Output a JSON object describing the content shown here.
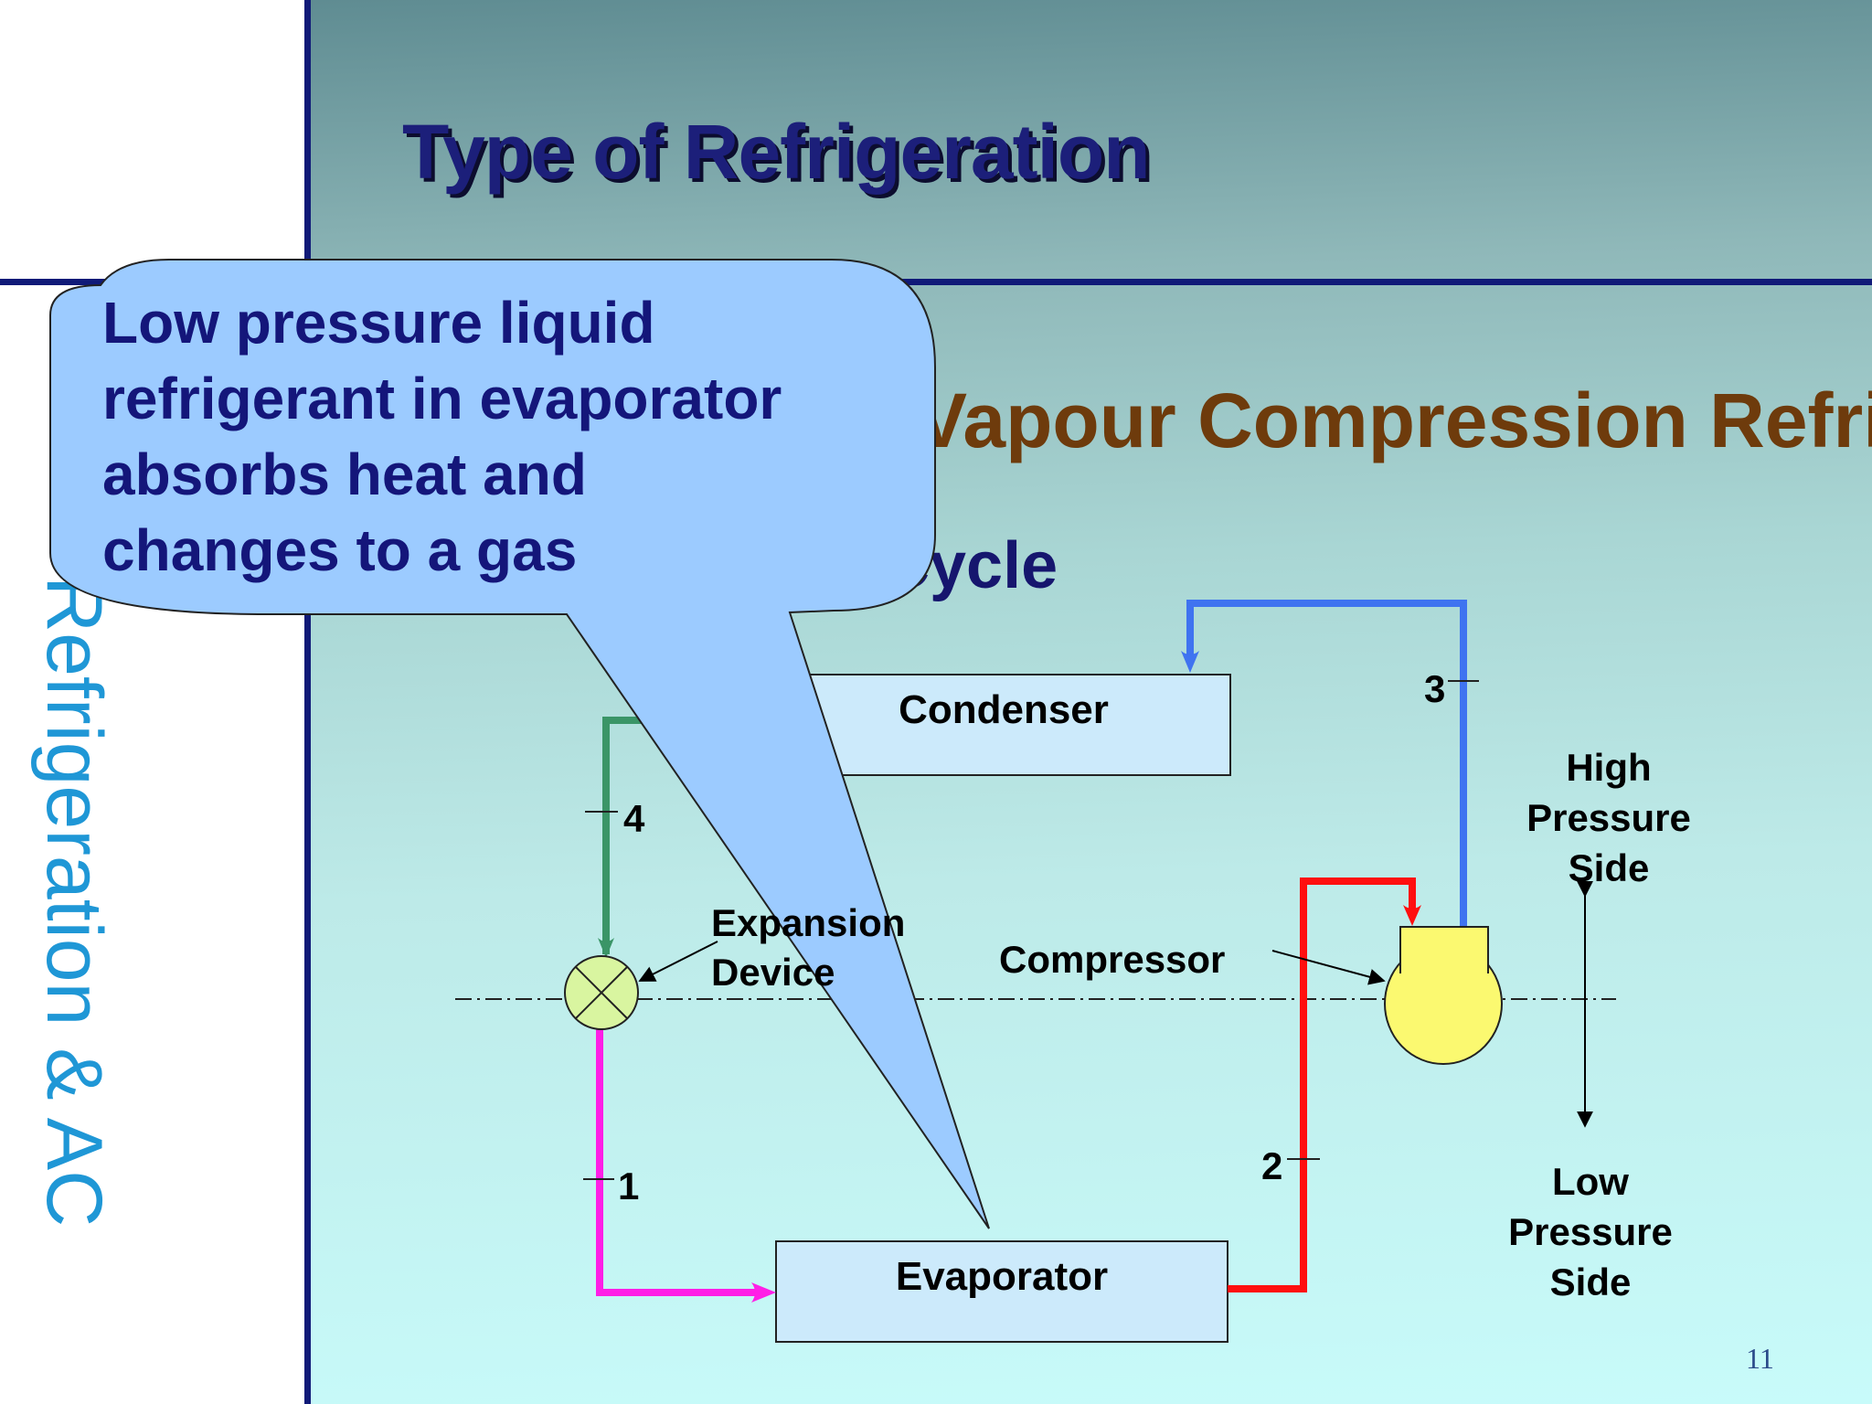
{
  "slide": {
    "title": "Type of Refrigeration",
    "vertical_text": "Refrigeration & AC",
    "heading": "Vapour Compression Refrigeration",
    "subheading": "Cycle",
    "page_number": "11"
  },
  "callout": {
    "lines": [
      "Low pressure liquid",
      "refrigerant in evaporator",
      "absorbs heat and",
      "changes to a gas"
    ]
  },
  "diagram": {
    "condenser": "Condenser",
    "evaporator": "Evaporator",
    "expansion_device": [
      "Expansion",
      "Device"
    ],
    "compressor": "Compressor",
    "points": [
      "1",
      "2",
      "3",
      "4"
    ],
    "high_pressure_side": [
      "High",
      "Pressure",
      "Side"
    ],
    "low_pressure_side": [
      "Low",
      "Pressure",
      "Side"
    ],
    "colors": {
      "line_1": "#ff1fe6",
      "line_2": "#ff0f0f",
      "line_3": "#3f73f0",
      "line_4": "#3a9567",
      "compressor_fill": "#fbf970",
      "expansion_fill": "#d9f5a0",
      "box_fill": "#cceafb",
      "callout_fill": "#9ccbff"
    }
  }
}
